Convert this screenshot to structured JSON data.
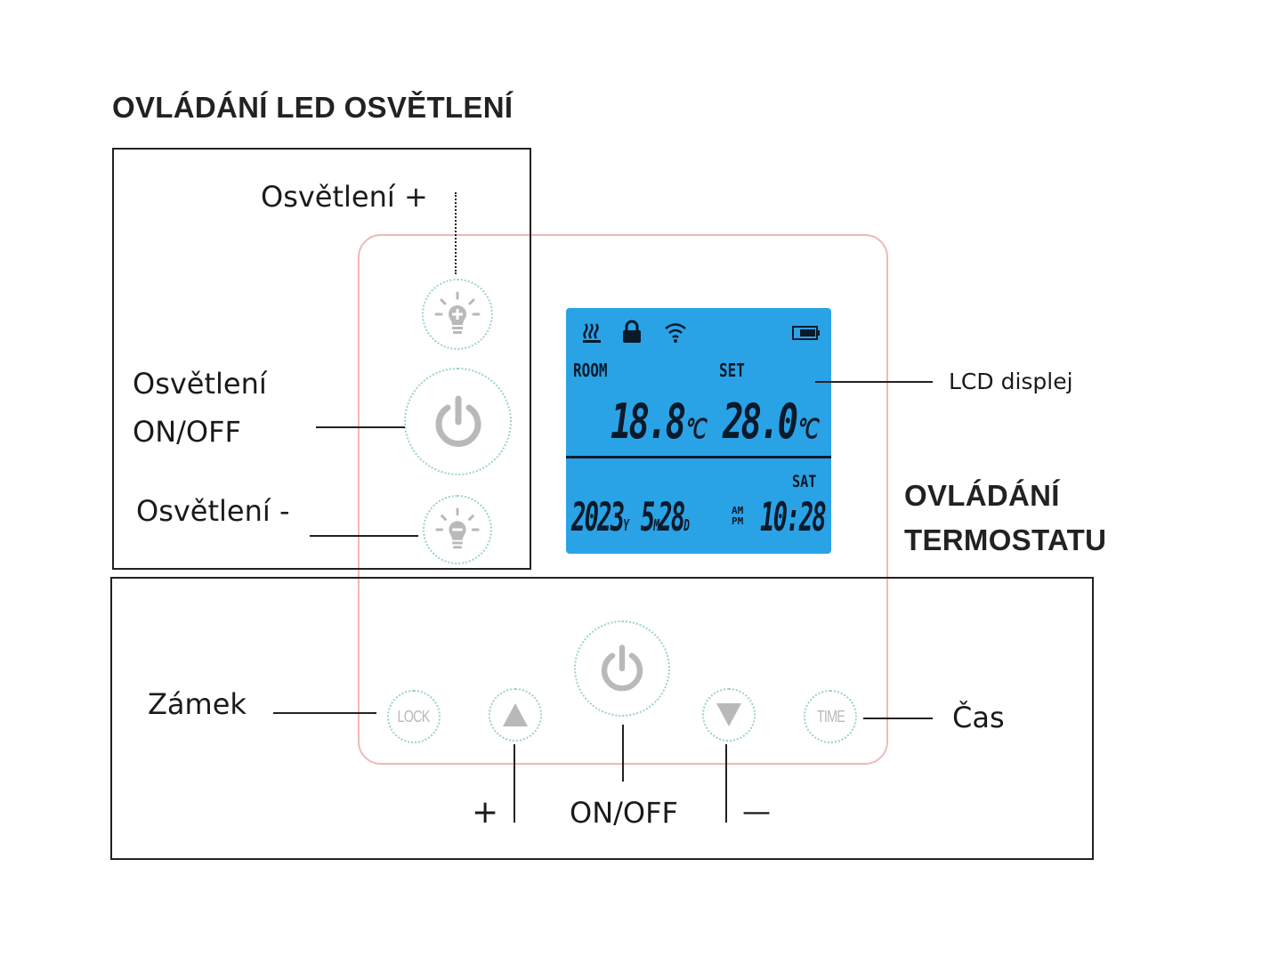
{
  "headers": {
    "led_control": "OVLÁDÁNÍ LED OSVĚTLENÍ",
    "thermostat_control_line1": "OVLÁDÁNÍ",
    "thermostat_control_line2": "TERMOSTATU"
  },
  "labels": {
    "light_plus": "Osvětlení +",
    "light_onoff_line1": "Osvětlení",
    "light_onoff_line2": "ON/OFF",
    "light_minus": "Osvětlení -",
    "lcd_display": "LCD displej",
    "lock": "Zámek",
    "time": "Čas",
    "plus": "+",
    "onoff": "ON/OFF",
    "minus": "—"
  },
  "buttons": {
    "lock": "LOCK",
    "time": "TIME"
  },
  "lcd": {
    "room_label": "ROOM",
    "set_label": "SET",
    "room_temp": "18.8",
    "set_temp": "28.0",
    "temp_unit": "℃",
    "day": "SAT",
    "date": "2023",
    "year_suffix": "Y",
    "month": "5",
    "month_suffix": "M",
    "day_of_month": "28",
    "day_suffix": "D",
    "am": "AM",
    "pm": "PM",
    "clock": "10:28"
  },
  "colors": {
    "lcd_background": "#2aa3e6",
    "device_border": "#f0b8b8",
    "button_ring": "#9bd6b5",
    "button_icon": "#b9b9b9"
  }
}
